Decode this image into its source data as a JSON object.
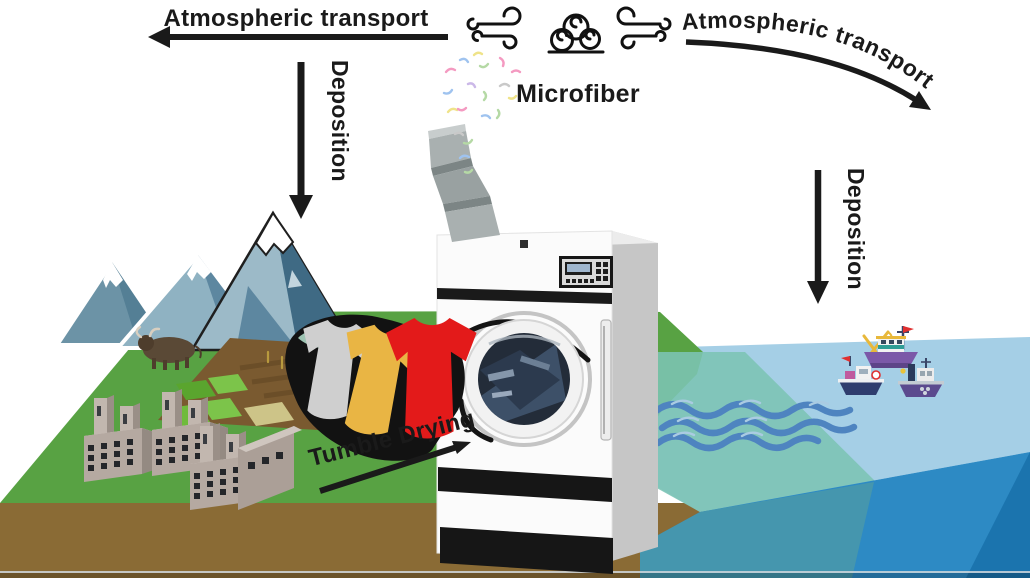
{
  "title": "Microfiber atmospheric transport and deposition illustration",
  "labels": {
    "atmospheric_transport_left": "Atmospheric transport",
    "atmospheric_transport_right": "Atmospheric transport",
    "deposition_left": "Deposition",
    "deposition_right": "Deposition",
    "microfiber": "Microfiber",
    "tumble_drying": "Tumble Drying"
  },
  "icons": [
    "wind-icon",
    "cloud-icon",
    "wind-icon"
  ],
  "scene_elements": [
    "mountains",
    "pond",
    "farm-plot",
    "water-buffalo",
    "factory-buildings",
    "clothes-pile",
    "tumble-dryer",
    "vent-pipe",
    "microfiber-particles",
    "ocean",
    "waves",
    "fishing-boats"
  ],
  "colors": {
    "text": "#1a1a1a",
    "arrow": "#1a1a1a",
    "land_green": "#58a243",
    "soil_brown": "#8a6b35",
    "ocean_surface": "#a5cfe6",
    "ocean_shallow_teal": "#7cc4b4",
    "ocean_front": "#2d8ac4",
    "ocean_deep_edge": "#1b74ae",
    "wave_blue": "#4e84c0",
    "mountain_dark": "#3f6a84",
    "mountain_light": "#9cbac8",
    "snow": "#ffffff",
    "dryer_white": "#fbfbfb",
    "dryer_side_gray": "#c6c6c6",
    "dryer_black": "#161616",
    "vent_gray": "#a9b0b0",
    "shirt_red": "#e31a1a",
    "shirt_amber": "#e9b544",
    "shirt_gray": "#cfcfcf",
    "garment_black": "#121212",
    "fiber_colors": [
      "#f49ac1",
      "#9fc3ef",
      "#efe389",
      "#b5d9a5",
      "#c9c9c9",
      "#cbb8e8"
    ]
  }
}
